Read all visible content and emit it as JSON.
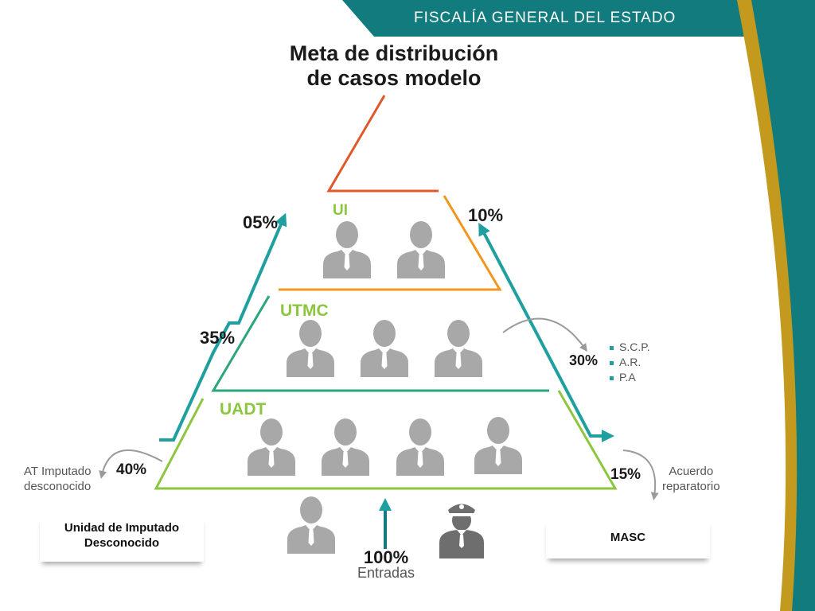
{
  "header": {
    "organization": "FISCALÍA GENERAL DEL ESTADO"
  },
  "title": {
    "line1": "Meta de distribución",
    "line2": "de casos modelo"
  },
  "levels": [
    {
      "label": "UI",
      "people": 2
    },
    {
      "label": "UTMC",
      "people": 3
    },
    {
      "label": "UADT",
      "people": 4
    }
  ],
  "percentages": {
    "ui_left": "05%",
    "ui_right": "10%",
    "utmc_left": "35%",
    "utmc_right": "30%",
    "uadt_left": "40%",
    "uadt_right": "15%",
    "entries": "100%"
  },
  "labels": {
    "entries": "Entradas",
    "at_line1": "AT Imputado",
    "at_line2": "desconocido",
    "acuerdo_line1": "Acuerdo",
    "acuerdo_line2": "reparatorio"
  },
  "bullets": [
    "S.C.P.",
    "A.R.",
    "P.A"
  ],
  "cards": {
    "left_line1": "Unidad de Imputado",
    "left_line2": "Desconocido",
    "right": "MASC"
  },
  "colors": {
    "teal_band": "#127b7e",
    "gold_band": "#c39a1e",
    "apex_orange": "#e0582a",
    "ui_orange": "#f2961e",
    "utmc_green": "#2aa67a",
    "uadt_green": "#8cc63f",
    "arrow_teal": "#1f9fa0",
    "person_gray": "#a8a8a8"
  },
  "icons": [
    "person-icon",
    "officer-icon",
    "teal-arrow-icon",
    "curved-arrow-icon"
  ]
}
